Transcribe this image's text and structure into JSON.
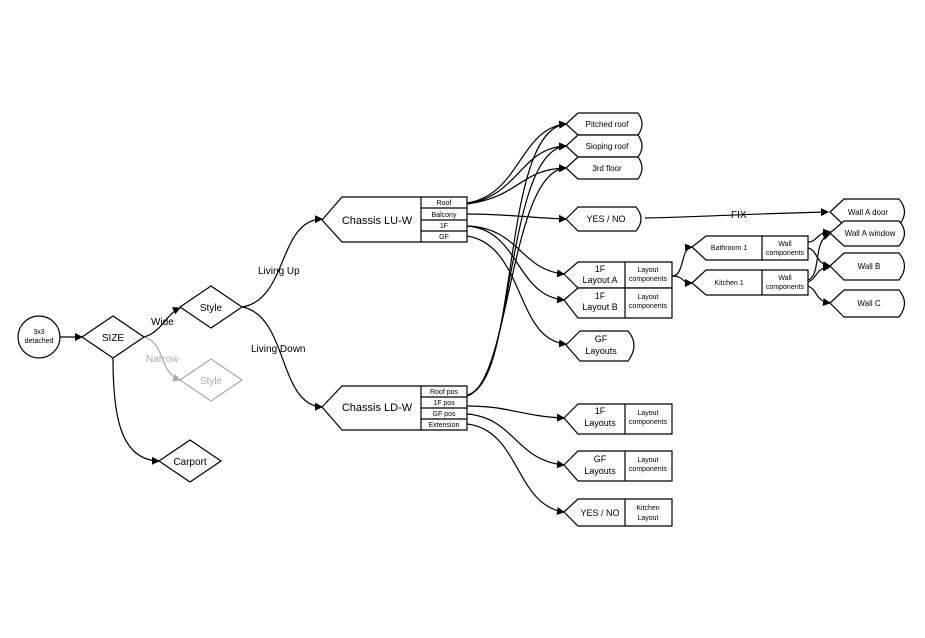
{
  "colors": {
    "line": "#000000",
    "inactive": "#aaaaaa",
    "background": "#ffffff"
  },
  "start": {
    "line1": "3x3",
    "line2": "detached"
  },
  "size": "SIZE",
  "edges": {
    "wide": "Wide",
    "narrow": "Narrow",
    "living_up": "Living Up",
    "living_down": "Living Down",
    "fix": "FIX"
  },
  "style": "Style",
  "style_inactive": "Style",
  "carport": "Carport",
  "chassis_up": {
    "label": "Chassis LU-W",
    "ports": [
      "Roof",
      "Balcony",
      "1F",
      "GF"
    ]
  },
  "chassis_down": {
    "label": "Chassis LD-W",
    "ports": [
      "Roof pos",
      "1F pos",
      "GF pos",
      "Extension"
    ]
  },
  "roof_options": [
    "Pitched roof",
    "Sloping roof",
    "3rd floor"
  ],
  "balcony_choice": "YES /  NO",
  "layout_a": {
    "line1": "1F",
    "line2": "Layout A",
    "comp1": "Layout",
    "comp2": "components"
  },
  "layout_b": {
    "line1": "1F",
    "line2": "Layout B",
    "comp1": "Layout",
    "comp2": "components"
  },
  "gf_layouts_up": {
    "line1": "GF",
    "line2": "Layouts"
  },
  "bathroom": {
    "label": "Bathroom 1",
    "comp1": "Wall",
    "comp2": "components"
  },
  "kitchen": {
    "label": "Kitchen 1",
    "comp1": "Wall",
    "comp2": "components"
  },
  "walls": [
    "Wall A door",
    "Wall A window",
    "Wall B",
    "Wall C"
  ],
  "down_1f": {
    "line1": "1F",
    "line2": "Layouts",
    "comp1": "Layout",
    "comp2": "components"
  },
  "down_gf": {
    "line1": "GF",
    "line2": "Layouts",
    "comp1": "Layout",
    "comp2": "components"
  },
  "extension_choice": {
    "label": "YES /  NO",
    "comp1": "Kitchen",
    "comp2": "Layout"
  }
}
